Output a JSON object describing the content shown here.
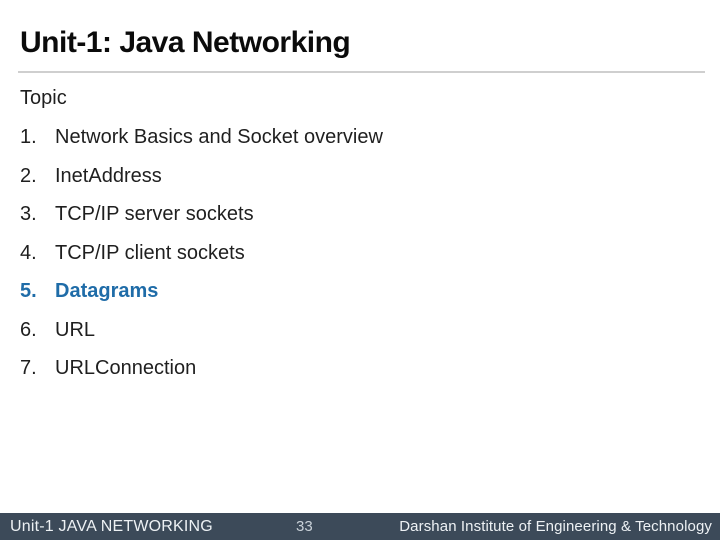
{
  "slide": {
    "title": "Unit-1: Java Networking",
    "section_label": "Topic",
    "topics": [
      {
        "number": "1.",
        "label": "Network Basics and Socket overview",
        "highlighted": false
      },
      {
        "number": "2.",
        "label": "InetAddress",
        "highlighted": false
      },
      {
        "number": "3.",
        "label": "TCP/IP server sockets",
        "highlighted": false
      },
      {
        "number": "4.",
        "label": "TCP/IP client sockets",
        "highlighted": false
      },
      {
        "number": "5.",
        "label": "Datagrams",
        "highlighted": true
      },
      {
        "number": "6.",
        "label": "URL",
        "highlighted": false
      },
      {
        "number": "7.",
        "label": "URLConnection",
        "highlighted": false
      }
    ],
    "footer": {
      "left": "Unit-1 JAVA NETWORKING",
      "page_number": "33",
      "right": "Darshan Institute of Engineering & Technology"
    },
    "colors": {
      "highlight_blue": "#1f6ca8",
      "footer_bg": "#3c4a59",
      "footer_text": "#edf1f4",
      "footer_page_text": "#c9d1d8",
      "title_text": "#0b0b0b",
      "body_text": "#1f1f1f",
      "rule": "#cfcfcf"
    }
  }
}
